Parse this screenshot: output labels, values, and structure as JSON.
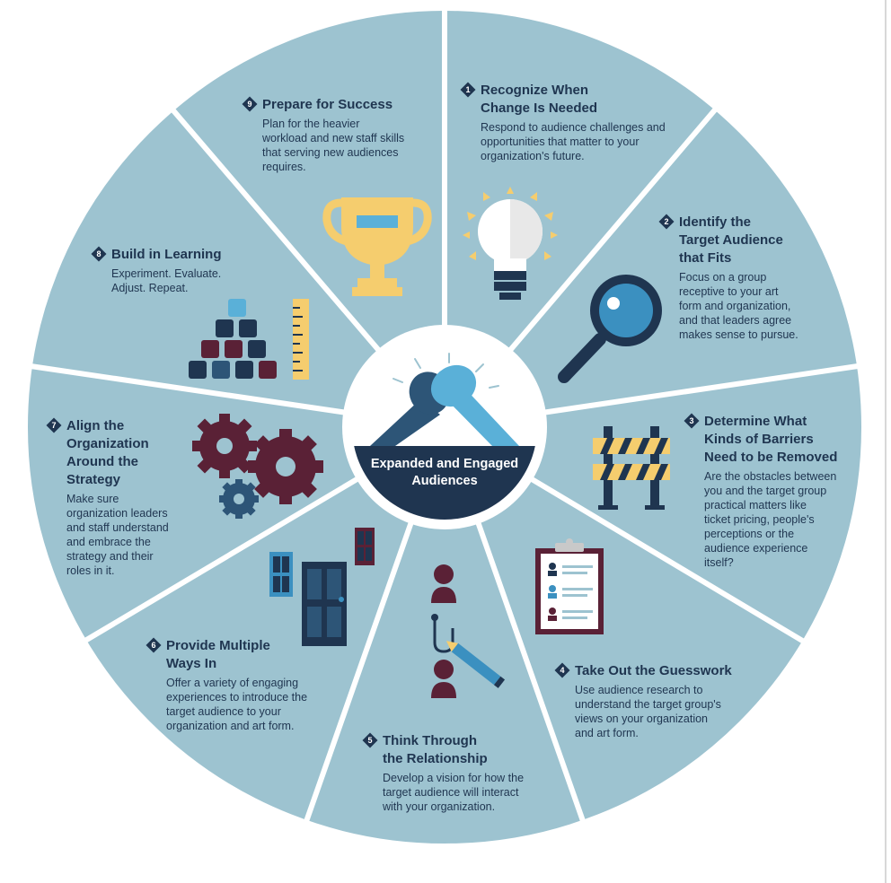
{
  "center": {
    "line1": "Expanded and Engaged",
    "line2": "Audiences"
  },
  "steps": [
    {
      "num": "1",
      "title_l1": "Recognize When",
      "title_l2": "Change Is Needed",
      "desc": [
        "Respond to audience challenges and",
        "opportunities that matter to your",
        "organization's future."
      ]
    },
    {
      "num": "2",
      "title_l1": "Identify the",
      "title_l2": "Target Audience",
      "title_l3": "that Fits",
      "desc": [
        "Focus on a group",
        "receptive to your art",
        "form and organization,",
        "and that leaders agree",
        "makes sense to pursue."
      ]
    },
    {
      "num": "3",
      "title_l1": "Determine What",
      "title_l2": "Kinds of Barriers",
      "title_l3": "Need to be Removed",
      "desc": [
        "Are the obstacles between",
        "you and the target group",
        "practical matters like",
        "ticket pricing, people's",
        "perceptions or the",
        "audience experience",
        "itself?"
      ]
    },
    {
      "num": "4",
      "title_l1": "Take Out the Guesswork",
      "desc": [
        "Use audience research to",
        "understand the target group's",
        "views on your organization",
        "and art form."
      ]
    },
    {
      "num": "5",
      "title_l1": "Think Through",
      "title_l2": "the Relationship",
      "desc": [
        "Develop a vision for how the",
        "target audience will interact",
        "with your organization."
      ]
    },
    {
      "num": "6",
      "title_l1": "Provide Multiple",
      "title_l2": "Ways In",
      "desc": [
        "Offer a variety of engaging",
        "experiences to introduce the",
        "target audience to your",
        "organization and art form."
      ]
    },
    {
      "num": "7",
      "title_l1": "Align the",
      "title_l2": "Organization",
      "title_l3": "Around the",
      "title_l4": "Strategy",
      "desc": [
        "Make sure",
        "organization leaders",
        "and staff understand",
        "and embrace the",
        "strategy and their",
        "roles in it."
      ]
    },
    {
      "num": "8",
      "title_l1": "Build in Learning",
      "desc": [
        "Experiment. Evaluate.",
        "Adjust. Repeat."
      ]
    },
    {
      "num": "9",
      "title_l1": "Prepare for Success",
      "desc": [
        "Plan for the heavier",
        "workload and new staff skills",
        "that serving new audiences",
        "requires."
      ]
    }
  ],
  "colors": {
    "segment": "#9dc3d0",
    "navy": "#1f3550",
    "gold": "#f5cd6e",
    "maroon": "#5a2136",
    "blue": "#3b90c0",
    "divider": "#ffffff"
  }
}
